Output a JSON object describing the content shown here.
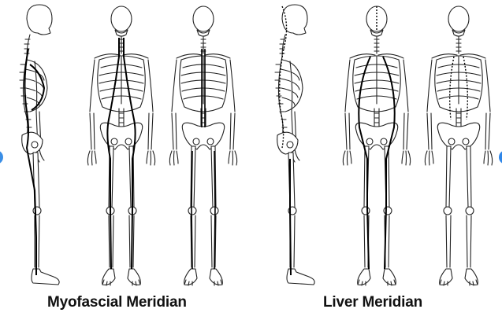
{
  "captions": {
    "left": "Myofascial Meridian",
    "right": "Liver Meridian"
  },
  "figures": [
    {
      "group": "myofascial",
      "view": "lateral"
    },
    {
      "group": "myofascial",
      "view": "anterior"
    },
    {
      "group": "myofascial",
      "view": "posterior"
    },
    {
      "group": "liver",
      "view": "lateral"
    },
    {
      "group": "liver",
      "view": "anterior"
    },
    {
      "group": "liver",
      "view": "posterior"
    }
  ],
  "colors": {
    "bone_stroke": "#222222",
    "meridian_line": "#000000",
    "edge_nav": "#2f86e8"
  }
}
